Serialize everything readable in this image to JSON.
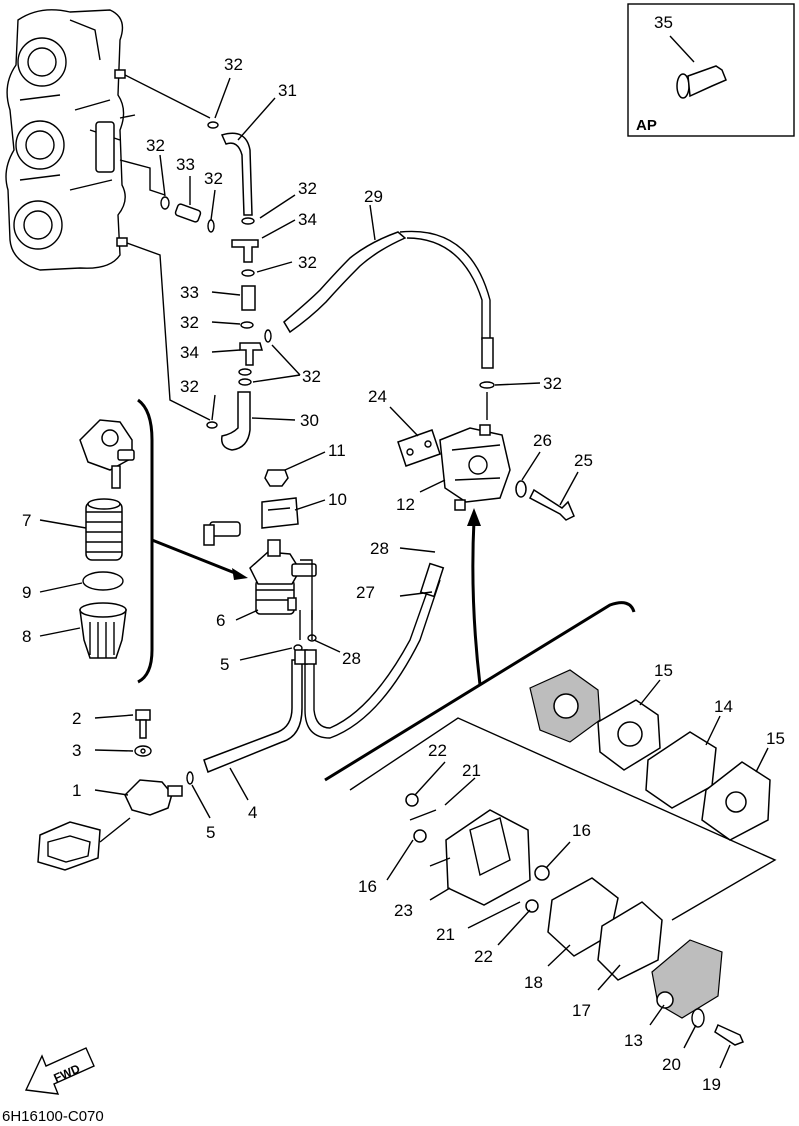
{
  "diagram_code": "6H16100-C070",
  "inset_label": "AP",
  "fwd_label": "FWD",
  "callouts": {
    "c1": "1",
    "c2": "2",
    "c3": "3",
    "c4": "4",
    "c5a": "5",
    "c5b": "5",
    "c6": "6",
    "c7": "7",
    "c8": "8",
    "c9": "9",
    "c10": "10",
    "c11": "11",
    "c12": "12",
    "c13": "13",
    "c14": "14",
    "c15a": "15",
    "c15b": "15",
    "c16a": "16",
    "c16b": "16",
    "c17": "17",
    "c18": "18",
    "c19": "19",
    "c20": "20",
    "c21a": "21",
    "c21b": "21",
    "c22a": "22",
    "c22b": "22",
    "c23": "23",
    "c24": "24",
    "c25": "25",
    "c26": "26",
    "c27": "27",
    "c28a": "28",
    "c28b": "28",
    "c29": "29",
    "c30": "30",
    "c31": "31",
    "c32a": "32",
    "c32b": "32",
    "c32c": "32",
    "c32d": "32",
    "c32e": "32",
    "c32f": "32",
    "c32g": "32",
    "c32h": "32",
    "c32i": "32",
    "c33a": "33",
    "c33b": "33",
    "c34a": "34",
    "c34b": "34",
    "c35": "35"
  }
}
